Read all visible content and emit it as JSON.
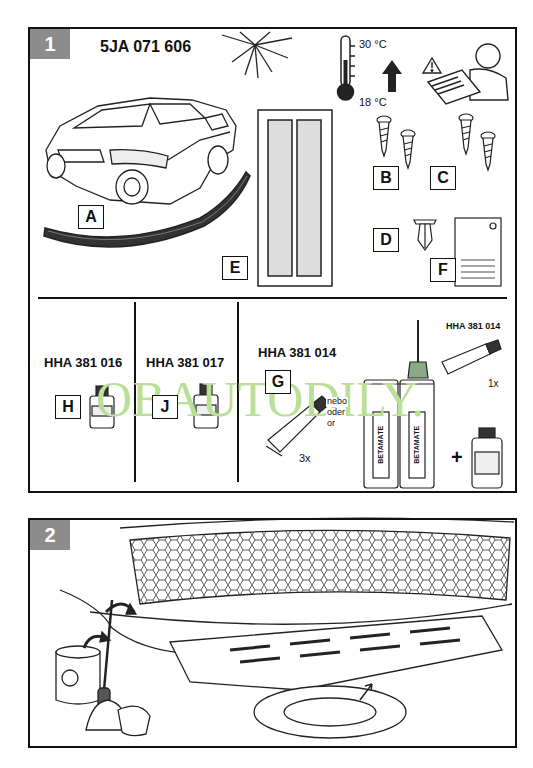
{
  "diagram": {
    "nodes": [
      {
        "text": [
          "1"
        ]
      },
      {
        "text": [
          "A"
        ],
        "in": 0
      },
      {
        "text": [
          "E"
        ],
        "in": 0
      },
      {
        "text": [
          "B"
        ],
        "in": 0
      },
      {
        "text": [
          "C"
        ],
        "in": 0
      },
      {
        "text": [
          "D"
        ],
        "in": 0
      },
      {
        "text": [
          "F"
        ],
        "in": 0
      },
      {
        "text": [
          "H"
        ],
        "in": 0
      },
      {
        "text": [
          "J"
        ],
        "in": 0
      },
      {
        "text": [
          "G"
        ],
        "in": 0
      },
      {
        "text": [
          "2"
        ]
      }
    ],
    "labels": [
      "OBAUTODILY.",
      "5JA 071 606",
      "30 °C",
      "18 °C",
      "HHA 381 016",
      "HHA 381 017",
      "HHA 381 014",
      "3x",
      "nebo",
      "oder",
      "or",
      "HHA 381 014",
      "1x",
      "BETAMATE",
      "BETAMATE",
      "+"
    ]
  }
}
